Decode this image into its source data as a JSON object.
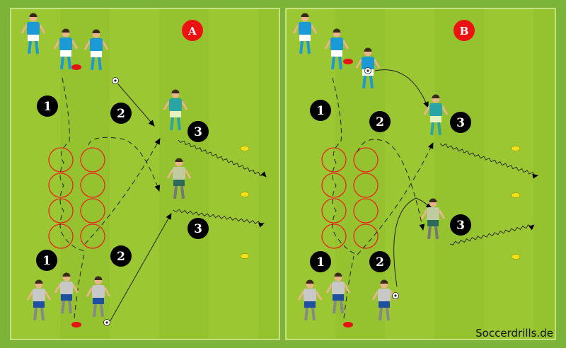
{
  "panels": [
    {
      "label": "A",
      "numbers": [
        "1",
        "2",
        "3",
        "3",
        "1",
        "2"
      ]
    },
    {
      "label": "B",
      "numbers": [
        "1",
        "2",
        "3",
        "3",
        "1",
        "2"
      ]
    }
  ],
  "watermark": "Soccerdrills.de",
  "colors": {
    "pitch": "#9bc832",
    "stripe": "#8fbd2e",
    "outer": "#7cb43a",
    "hoop": "#e8261c",
    "badge": "#000000",
    "panel_label": "#ee1111",
    "team_blue": "#1b9ad6",
    "team_grey": "#c8c8c8",
    "cone_yellow": "#f3e21a",
    "cone_red": "#e41414"
  }
}
